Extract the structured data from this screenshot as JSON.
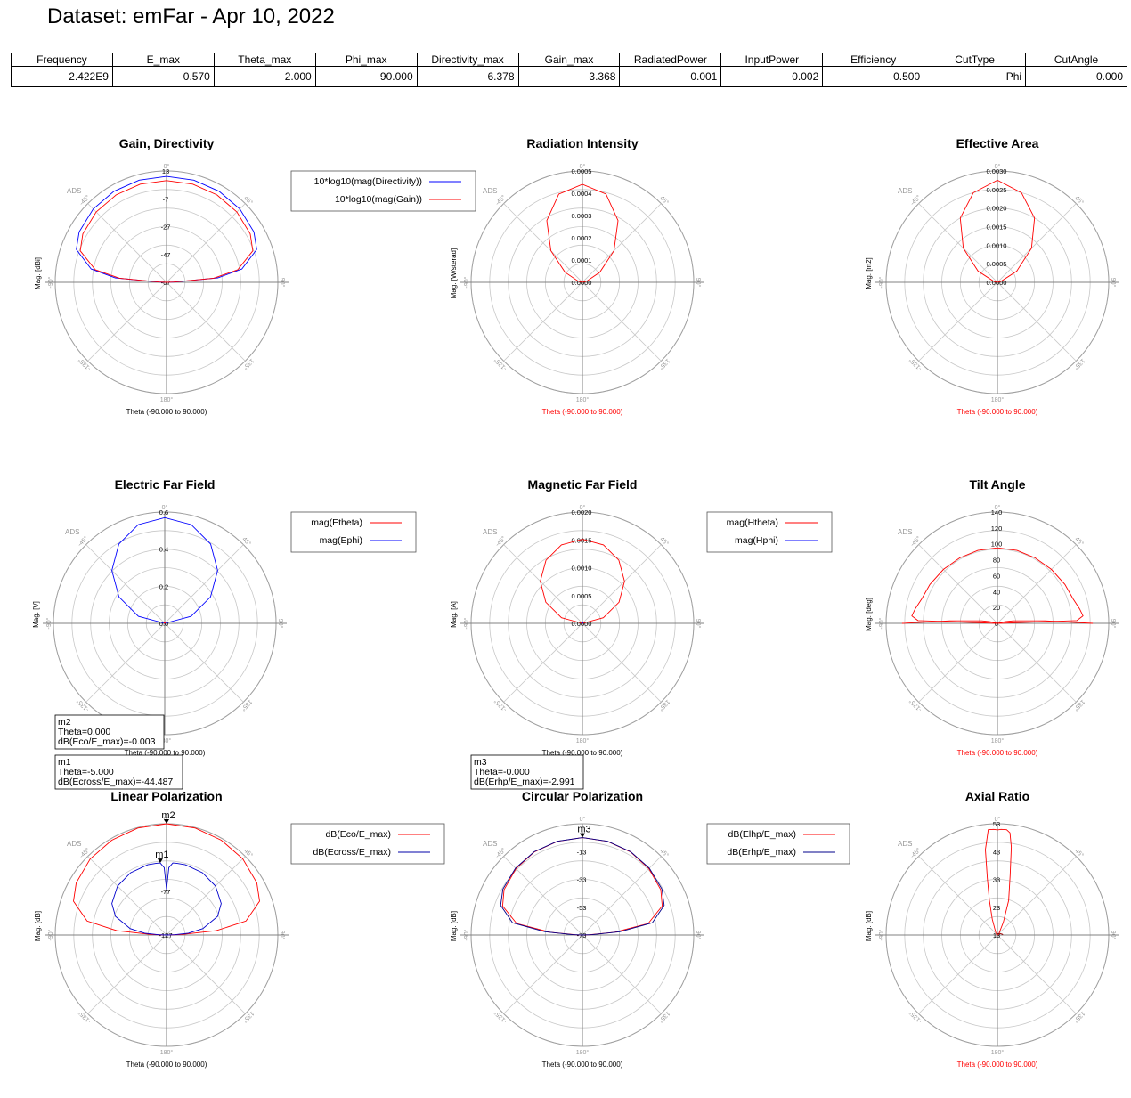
{
  "header": {
    "title": "Dataset: emFar - Apr 10, 2022"
  },
  "summary_table": {
    "columns": [
      "Frequency",
      "E_max",
      "Theta_max",
      "Phi_max",
      "Directivity_max",
      "Gain_max",
      "RadiatedPower",
      "InputPower",
      "Efficiency",
      "CutType",
      "CutAngle"
    ],
    "values": [
      "2.422E9",
      "0.570",
      "2.000",
      "90.000",
      "6.378",
      "3.368",
      "0.001",
      "0.002",
      "0.500",
      "Phi",
      "0.000"
    ]
  },
  "chart_common": {
    "watermark": "ADS",
    "angle_labels": [
      "0°",
      "45°",
      "90°",
      "135°",
      "180°",
      "-135°",
      "-90°",
      "-45°"
    ]
  },
  "colors": {
    "red": "#ff0000",
    "blue": "#0000ff",
    "grid": "#c8c8c8",
    "axis": "#808080",
    "dark_red": "#a00000"
  },
  "chart_data": [
    {
      "id": "gain-directivity",
      "type": "polar",
      "title": "Gain, Directivity",
      "xlabel": "Theta (-90.000 to 90.000)",
      "xlabel_color": "#000000",
      "ylabel": "Mag. [dBi]",
      "rlim": [
        -67,
        13
      ],
      "rticks": [
        "13",
        "-7",
        "-27",
        "-47",
        "-67"
      ],
      "rtick_values": [
        13,
        -7,
        -27,
        -47,
        -67
      ],
      "legend": [
        {
          "label": "10*log10(mag(Directivity))",
          "color": "#0000ff"
        },
        {
          "label": "10*log10(mag(Gain))",
          "color": "#ff0000"
        }
      ],
      "series": [
        {
          "name": "10*log10(mag(Directivity))",
          "color": "#0000ff",
          "theta": [
            -90,
            -88,
            -85,
            -80,
            -70,
            -60,
            -45,
            -30,
            -15,
            0,
            15,
            30,
            45,
            60,
            70,
            80,
            85,
            88,
            90
          ],
          "r": [
            -67,
            -60,
            -30,
            -12,
            2,
            5.5,
            7.5,
            8.5,
            9,
            9.1,
            9,
            8.5,
            7.5,
            5.5,
            2,
            -12,
            -30,
            -60,
            -67
          ]
        },
        {
          "name": "10*log10(mag(Gain))",
          "color": "#ff0000",
          "theta": [
            -90,
            -88,
            -85,
            -80,
            -70,
            -60,
            -45,
            -30,
            -15,
            0,
            15,
            30,
            45,
            60,
            70,
            80,
            85,
            88,
            90
          ],
          "r": [
            -67,
            -62,
            -33,
            -15,
            -1,
            2.5,
            4.5,
            5.5,
            6,
            6.1,
            6,
            5.5,
            4.5,
            2.5,
            -1,
            -15,
            -33,
            -62,
            -67
          ]
        }
      ]
    },
    {
      "id": "radiation-intensity",
      "type": "polar",
      "title": "Radiation Intensity",
      "xlabel": "Theta (-90.000 to 90.000)",
      "xlabel_color": "#ff0000",
      "ylabel": "Mag. [W/sterad]",
      "rlim": [
        0,
        0.0005
      ],
      "rticks": [
        "0.0005",
        "0.0004",
        "0.0003",
        "0.0002",
        "0.0001",
        "0.0000"
      ],
      "rtick_values": [
        0.0005,
        0.0004,
        0.0003,
        0.0002,
        0.0001,
        0
      ],
      "legend": [],
      "series": [
        {
          "name": "",
          "color": "#ff0000",
          "theta": [
            -90,
            -75,
            -60,
            -45,
            -30,
            -15,
            0,
            15,
            30,
            45,
            60,
            75,
            90
          ],
          "r": [
            0,
            2e-05,
            9e-05,
            0.0002,
            0.00032,
            0.00041,
            0.00044,
            0.00041,
            0.00032,
            0.0002,
            9e-05,
            2e-05,
            0
          ]
        }
      ]
    },
    {
      "id": "effective-area",
      "type": "polar",
      "title": "Effective Area",
      "xlabel": "Theta (-90.000 to 90.000)",
      "xlabel_color": "#ff0000",
      "ylabel": "Mag. [m2]",
      "rlim": [
        0,
        0.003
      ],
      "rticks": [
        "0.0030",
        "0.0025",
        "0.0020",
        "0.0015",
        "0.0010",
        "0.0005",
        "0.0000"
      ],
      "rtick_values": [
        0.003,
        0.0025,
        0.002,
        0.0015,
        0.001,
        0.0005,
        0
      ],
      "legend": [],
      "series": [
        {
          "name": "",
          "color": "#ff0000",
          "theta": [
            -90,
            -75,
            -60,
            -45,
            -30,
            -15,
            0,
            15,
            30,
            45,
            60,
            75,
            90
          ],
          "r": [
            0,
            0.0001,
            0.0006,
            0.0013,
            0.002,
            0.0025,
            0.00275,
            0.0025,
            0.002,
            0.0013,
            0.0006,
            0.0001,
            0
          ]
        }
      ]
    },
    {
      "id": "electric-far-field",
      "type": "polar",
      "title": "Electric Far Field",
      "xlabel": "Theta (-90.000 to 90.000)",
      "xlabel_color": "#000000",
      "ylabel": "Mag. [V]",
      "rlim": [
        0,
        0.6
      ],
      "rticks": [
        "0.6",
        "0.4",
        "0.2",
        "0.0"
      ],
      "rtick_values": [
        0.6,
        0.4,
        0.2,
        0
      ],
      "legend": [
        {
          "label": "mag(Etheta)",
          "color": "#ff0000"
        },
        {
          "label": "mag(Ephi)",
          "color": "#0000ff"
        }
      ],
      "series": [
        {
          "name": "mag(Ephi)",
          "color": "#0000ff",
          "theta": [
            -90,
            -75,
            -60,
            -45,
            -30,
            -15,
            0,
            15,
            30,
            45,
            60,
            75,
            90
          ],
          "r": [
            0,
            0.147,
            0.285,
            0.403,
            0.494,
            0.551,
            0.57,
            0.551,
            0.494,
            0.403,
            0.285,
            0.147,
            0
          ]
        },
        {
          "name": "mag(Etheta)",
          "color": "#ff0000",
          "theta": [
            -90,
            -60,
            -30,
            0,
            30,
            60,
            90
          ],
          "r": [
            0,
            0.004,
            0.006,
            0.004,
            0.006,
            0.004,
            0
          ]
        }
      ]
    },
    {
      "id": "magnetic-far-field",
      "type": "polar",
      "title": "Magnetic Far Field",
      "xlabel": "Theta (-90.000 to 90.000)",
      "xlabel_color": "#000000",
      "ylabel": "Mag. [A]",
      "rlim": [
        0,
        0.002
      ],
      "rticks": [
        "0.0020",
        "0.0015",
        "0.0010",
        "0.0005",
        "0.0000"
      ],
      "rtick_values": [
        0.002,
        0.0015,
        0.001,
        0.0005,
        0
      ],
      "legend": [
        {
          "label": "mag(Htheta)",
          "color": "#ff0000"
        },
        {
          "label": "mag(Hphi)",
          "color": "#0000ff"
        }
      ],
      "series": [
        {
          "name": "mag(Htheta)",
          "color": "#ff0000",
          "theta": [
            -90,
            -75,
            -60,
            -45,
            -30,
            -15,
            0,
            15,
            30,
            45,
            60,
            75,
            90
          ],
          "r": [
            0,
            0.00039,
            0.00076,
            0.00107,
            0.00131,
            0.00146,
            0.00151,
            0.00146,
            0.00131,
            0.00107,
            0.00076,
            0.00039,
            0
          ]
        },
        {
          "name": "mag(Hphi)",
          "color": "#0000ff",
          "theta": [
            -90,
            -60,
            -30,
            0,
            30,
            60,
            90
          ],
          "r": [
            0,
            1e-05,
            2e-05,
            1e-05,
            2e-05,
            1e-05,
            0
          ]
        }
      ]
    },
    {
      "id": "tilt-angle",
      "type": "polar",
      "title": "Tilt Angle",
      "xlabel": "Theta (-90.000 to 90.000)",
      "xlabel_color": "#ff0000",
      "ylabel": "Mag. [deg]",
      "rlim": [
        0,
        140
      ],
      "rticks": [
        "140",
        "120",
        "100",
        "80",
        "60",
        "40",
        "20",
        "0"
      ],
      "rtick_values": [
        140,
        120,
        100,
        80,
        60,
        40,
        20,
        0
      ],
      "legend": [],
      "series": [
        {
          "name": "",
          "color": "#ff0000",
          "theta": [
            -90,
            -88,
            -85,
            -80,
            -72,
            -60,
            -45,
            -30,
            -15,
            0,
            15,
            30,
            45,
            60,
            72,
            80,
            85,
            88,
            90
          ],
          "r": [
            0,
            100,
            108,
            105,
            100,
            98,
            96,
            95,
            95,
            95,
            95,
            95,
            96,
            98,
            100,
            105,
            108,
            100,
            0
          ]
        },
        {
          "name": "",
          "color": "#ff0000",
          "theta": [
            -90,
            -87,
            -84,
            -81,
            -78,
            -75
          ],
          "r": [
            120,
            60,
            30,
            20,
            10,
            0
          ]
        },
        {
          "name": "",
          "color": "#ff0000",
          "theta": [
            90,
            87,
            84,
            81,
            78,
            75
          ],
          "r": [
            120,
            60,
            30,
            20,
            10,
            0
          ]
        }
      ]
    },
    {
      "id": "linear-polarization",
      "type": "polar",
      "title": "Linear Polarization",
      "xlabel": "Theta (-90.000 to 90.000)",
      "xlabel_color": "#000000",
      "ylabel": "Mag. [dB]",
      "rlim": [
        -127,
        0
      ],
      "rticks": [
        "-77",
        "-127"
      ],
      "rtick_values": [
        -77,
        -127
      ],
      "legend": [
        {
          "label": "dB(Eco/E_max)",
          "color": "#ff0000"
        },
        {
          "label": "dB(Ecross/E_max)",
          "color": "#0000aa"
        }
      ],
      "markers": [
        {
          "name": "m2",
          "theta": 0,
          "r": -0.003,
          "label": "m2",
          "readout": [
            "m2",
            "Theta=0.000",
            "dB(Eco/E_max)=-0.003"
          ]
        },
        {
          "name": "m1",
          "theta": -5,
          "r": -44.487,
          "label": "m1",
          "readout": [
            "m1",
            "Theta=-5.000",
            "dB(Ecross/E_max)=-44.487"
          ]
        }
      ],
      "series": [
        {
          "name": "dB(Eco/E_max)",
          "color": "#ff0000",
          "theta": [
            -90,
            -88,
            -85,
            -80,
            -70,
            -60,
            -45,
            -30,
            -15,
            0,
            15,
            30,
            45,
            60,
            70,
            80,
            85,
            88,
            90
          ],
          "r": [
            -127,
            -110,
            -70,
            -35,
            -14,
            -8,
            -4,
            -2,
            -0.6,
            0,
            -0.6,
            -2,
            -4,
            -8,
            -14,
            -35,
            -70,
            -110,
            -127
          ]
        },
        {
          "name": "dB(Ecross/E_max)",
          "color": "#0000cc",
          "theta": [
            -90,
            -88,
            -85,
            -80,
            -70,
            -60,
            -45,
            -30,
            -15,
            -8,
            -5,
            -2,
            0,
            2,
            5,
            8,
            15,
            30,
            45,
            60,
            70,
            80,
            85,
            88,
            90
          ],
          "r": [
            -127,
            -118,
            -102,
            -85,
            -65,
            -55,
            -48,
            -45,
            -44,
            -44.3,
            -44.5,
            -50,
            -75,
            -50,
            -44.5,
            -44.3,
            -44,
            -45,
            -48,
            -55,
            -65,
            -85,
            -102,
            -118,
            -127
          ]
        }
      ]
    },
    {
      "id": "circular-polarization",
      "type": "polar",
      "title": "Circular Polarization",
      "xlabel": "Theta (-90.000 to 90.000)",
      "xlabel_color": "#000000",
      "ylabel": "Mag. [dB]",
      "rlim": [
        -73,
        7
      ],
      "rticks": [
        "-13",
        "-33",
        "-53",
        "-73"
      ],
      "rtick_values": [
        -13,
        -33,
        -53,
        -73
      ],
      "legend": [
        {
          "label": "dB(Elhp/E_max)",
          "color": "#ff0000"
        },
        {
          "label": "dB(Erhp/E_max)",
          "color": "#00008b"
        }
      ],
      "markers": [
        {
          "name": "m3",
          "theta": 0,
          "r": -2.991,
          "label": "m3",
          "readout": [
            "m3",
            "Theta=-0.000",
            "dB(Erhp/E_max)=-2.991"
          ]
        }
      ],
      "series": [
        {
          "name": "dB(Elhp/E_max)",
          "color": "#ff0000",
          "theta": [
            -90,
            -88,
            -85,
            -80,
            -70,
            -60,
            -45,
            -30,
            -15,
            0,
            15,
            30,
            45,
            60,
            70,
            80,
            85,
            88,
            90
          ],
          "r": [
            -73,
            -68,
            -50,
            -25,
            -12,
            -8,
            -5.5,
            -4,
            -3.3,
            -3,
            -3.3,
            -4,
            -5.5,
            -8,
            -12,
            -25,
            -50,
            -68,
            -73
          ]
        },
        {
          "name": "dB(Erhp/E_max)",
          "color": "#00008b",
          "theta": [
            -90,
            -88,
            -85,
            -80,
            -70,
            -60,
            -45,
            -30,
            -15,
            0,
            15,
            30,
            45,
            60,
            70,
            80,
            85,
            88,
            90
          ],
          "r": [
            -73,
            -66,
            -46,
            -22,
            -10.5,
            -7,
            -5,
            -3.8,
            -3.2,
            -2.991,
            -3.2,
            -3.8,
            -5,
            -7,
            -10.5,
            -22,
            -46,
            -66,
            -73
          ]
        }
      ]
    },
    {
      "id": "axial-ratio",
      "type": "polar",
      "title": "Axial Ratio",
      "xlabel": "Theta (-90.000 to 90.000)",
      "xlabel_color": "#ff0000",
      "ylabel": "Mag. [dB]",
      "rlim": [
        13,
        53
      ],
      "rticks": [
        "53",
        "43",
        "33",
        "23",
        "13"
      ],
      "rtick_values": [
        53,
        43,
        33,
        23,
        13
      ],
      "legend": [],
      "series": [
        {
          "name": "",
          "color": "#ff0000",
          "theta": [
            -90,
            -60,
            -35,
            -25,
            -18,
            -13,
            -10,
            -8,
            -5,
            -2,
            0,
            2,
            5,
            7,
            9,
            12,
            18,
            25,
            40,
            60,
            90
          ],
          "r": [
            13,
            13.3,
            14,
            15,
            19,
            26,
            34,
            44,
            51,
            51,
            50.8,
            51,
            51,
            50,
            45,
            35,
            26,
            18,
            14,
            13.5,
            13
          ]
        },
        {
          "name": "",
          "color": "#a00000",
          "theta": [
            40,
            55,
            65,
            75,
            82,
            86
          ],
          "r": [
            13.4,
            14,
            14.2,
            14.5,
            14.8,
            15
          ]
        }
      ]
    }
  ]
}
